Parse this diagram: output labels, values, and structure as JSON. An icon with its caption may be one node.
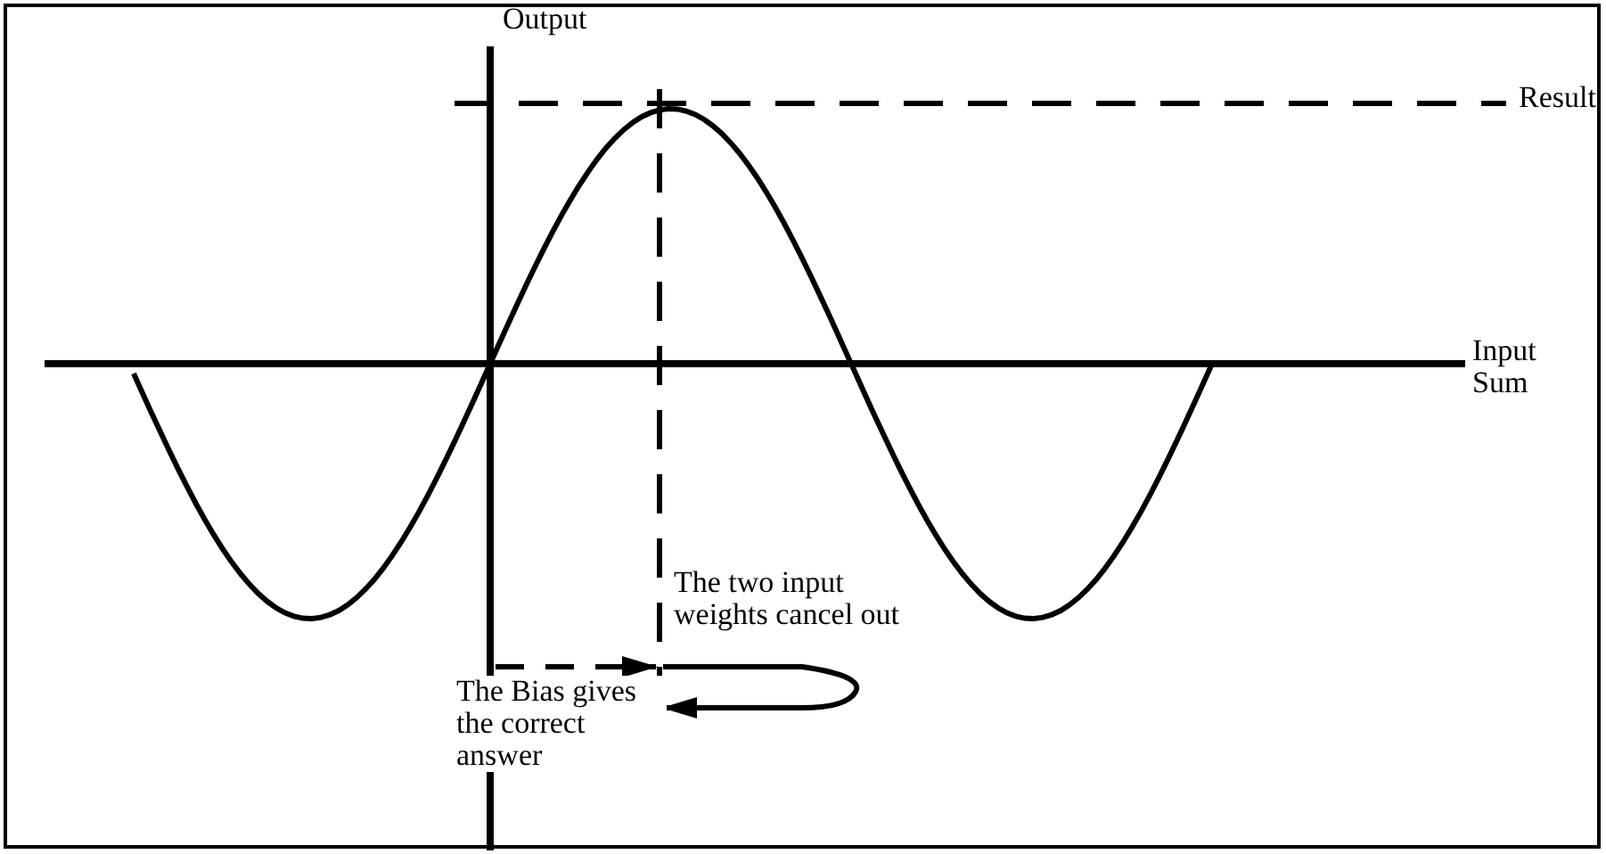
{
  "diagram": {
    "labels": [
      "Output",
      "Result",
      "Input Sum",
      "The two input weights cancel out",
      "The Bias gives the correct answer"
    ]
  }
}
